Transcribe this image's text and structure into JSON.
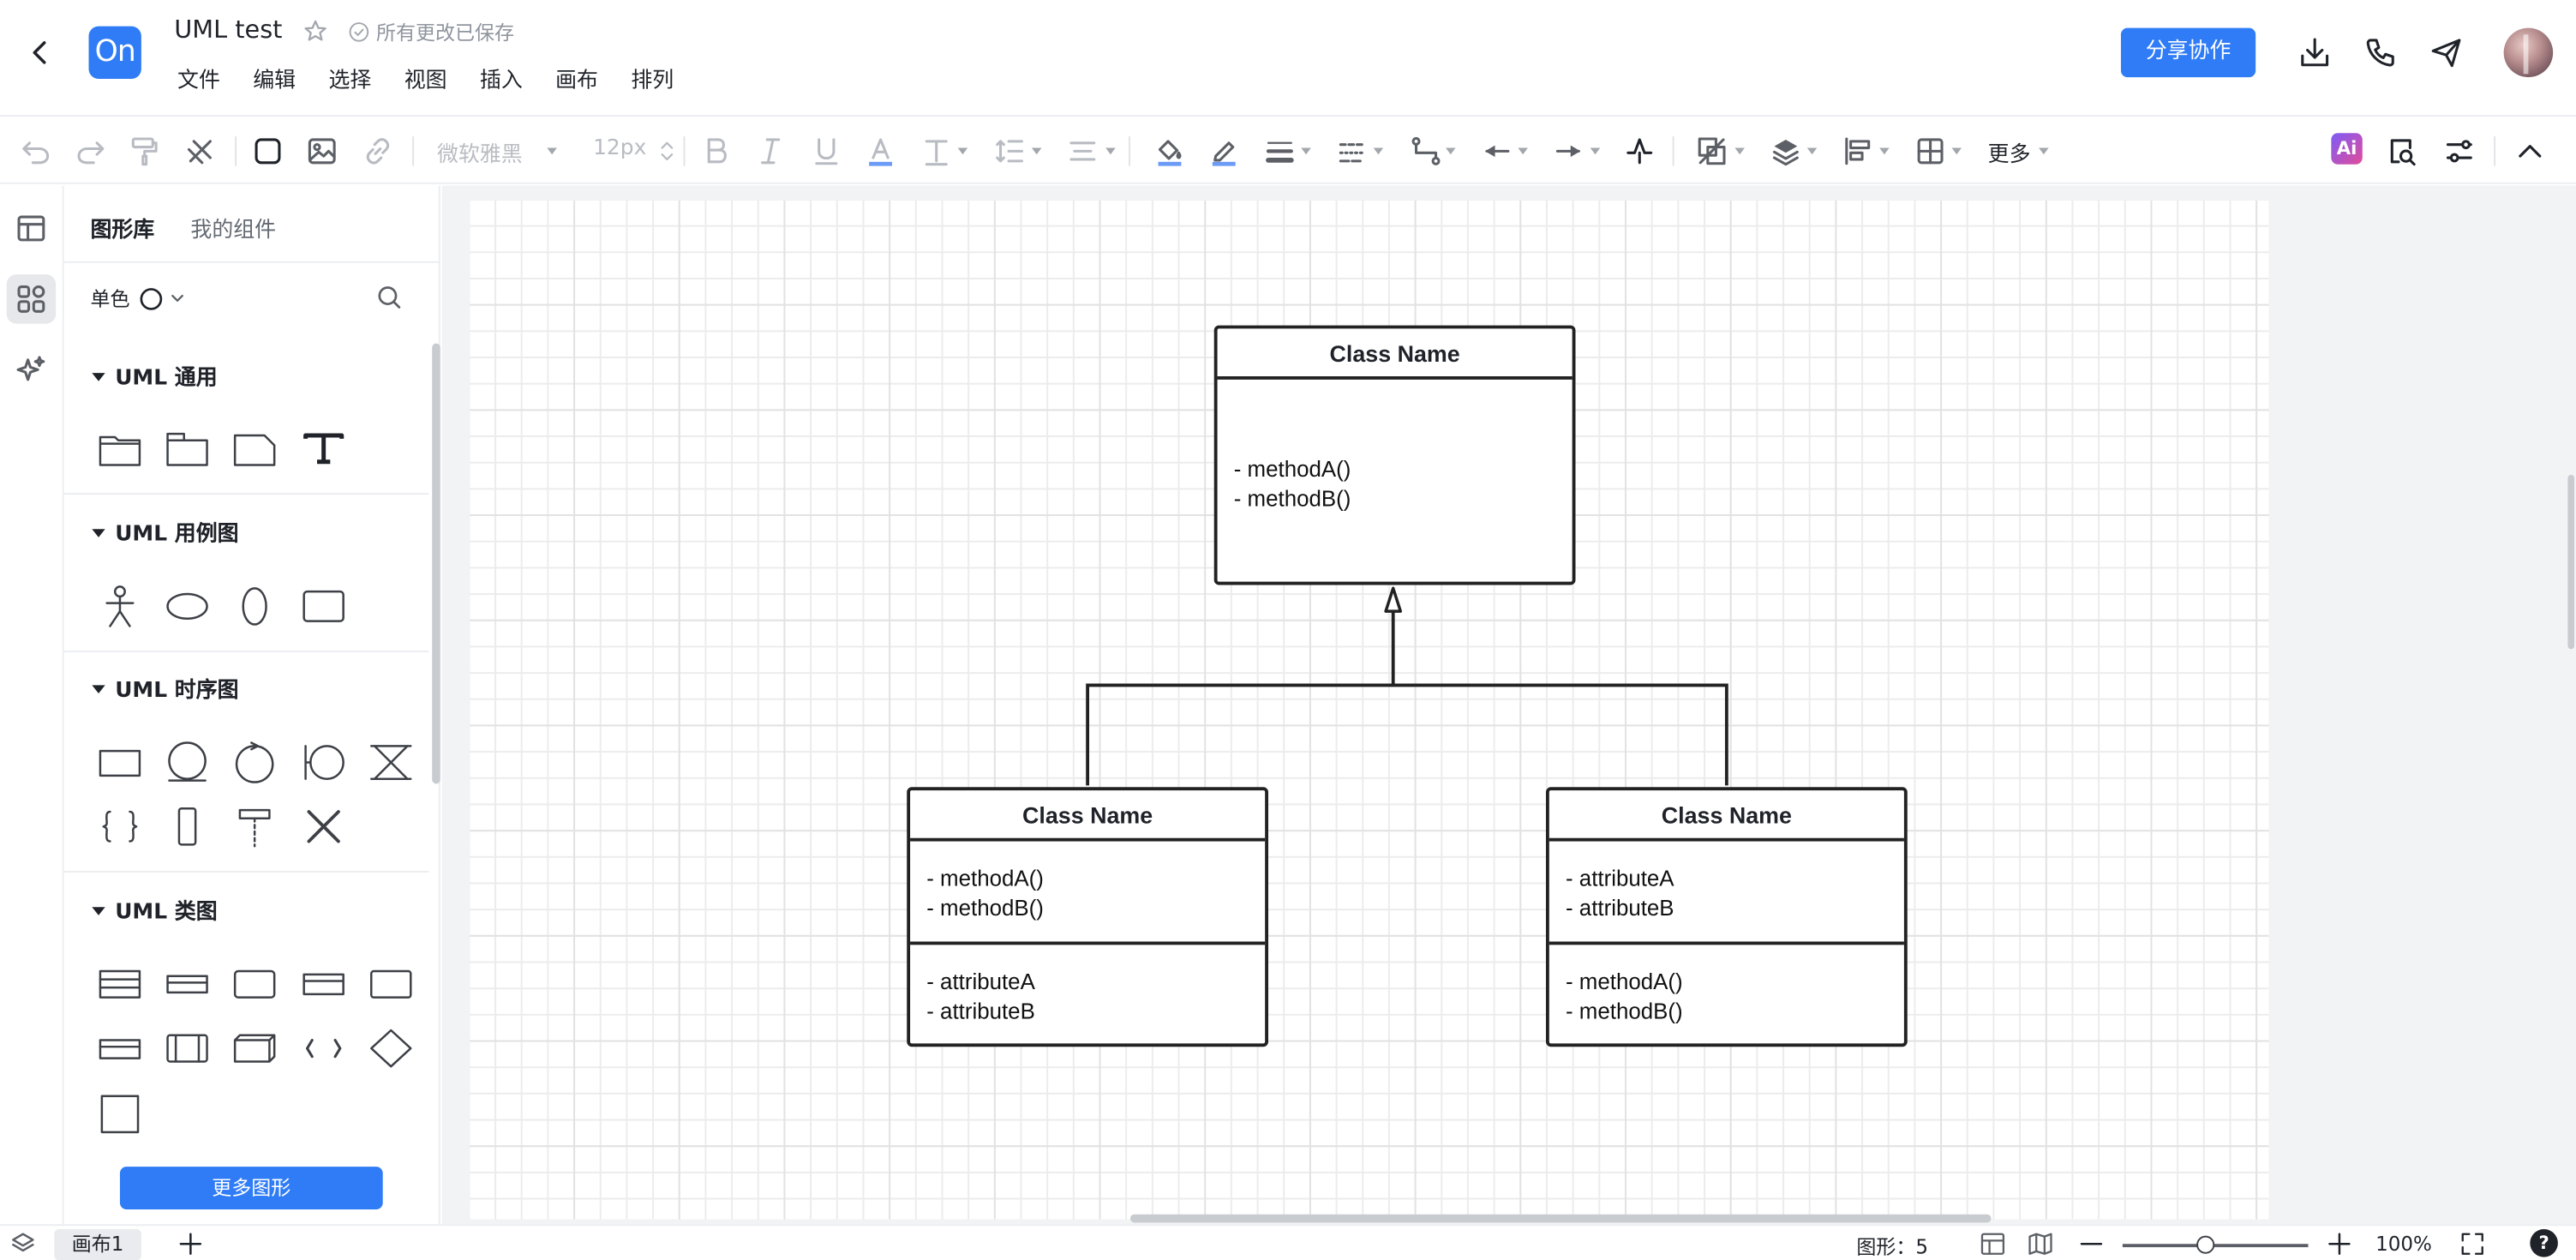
{
  "header": {
    "title": "UML test",
    "save_status": "所有更改已保存",
    "logo_text": "On",
    "share_label": "分享协作",
    "menu": [
      "文件",
      "编辑",
      "选择",
      "视图",
      "插入",
      "画布",
      "排列"
    ]
  },
  "toolbar": {
    "font_family": "微软雅黑",
    "font_size": "12px",
    "more_label": "更多",
    "ai_label": "Ai",
    "icons": [
      "undo-icon",
      "redo-icon",
      "format-painter-icon",
      "clear-format-icon",
      "shape-style-icon",
      "image-icon",
      "link-icon",
      "bold-icon",
      "italic-icon",
      "underline-icon",
      "font-color-icon",
      "text-align-icon",
      "line-spacing-icon",
      "paragraph-align-icon",
      "fill-color-icon",
      "line-color-icon",
      "line-width-icon",
      "line-style-icon",
      "connector-icon",
      "arrow-start-icon",
      "arrow-end-icon",
      "waypoint-icon",
      "group-icon",
      "layer-icon",
      "align-icon",
      "distribute-icon",
      "find-icon",
      "settings-icon",
      "collapse-icon"
    ]
  },
  "library": {
    "tab_shapes": "图形库",
    "tab_mine": "我的组件",
    "color_mode": "单色",
    "sections": [
      {
        "title": "UML 通用"
      },
      {
        "title": "UML 用例图"
      },
      {
        "title": "UML 时序图"
      },
      {
        "title": "UML 类图"
      }
    ],
    "more_shapes_label": "更多图形"
  },
  "diagram": {
    "top_class": {
      "name": "Class Name",
      "methods": [
        "- methodA()",
        "- methodB()"
      ]
    },
    "left_class": {
      "name": "Class Name",
      "methods": [
        "- methodA()",
        "- methodB()"
      ],
      "attributes": [
        "- attributeA",
        "- attributeB"
      ]
    },
    "right_class": {
      "name": "Class Name",
      "attributes": [
        "- attributeA",
        "- attributeB"
      ],
      "methods": [
        "- methodA()",
        "- methodB()"
      ]
    }
  },
  "statusbar": {
    "page_tab": "画布1",
    "shape_count": "图形：5",
    "zoom": "100%",
    "help": "?"
  }
}
